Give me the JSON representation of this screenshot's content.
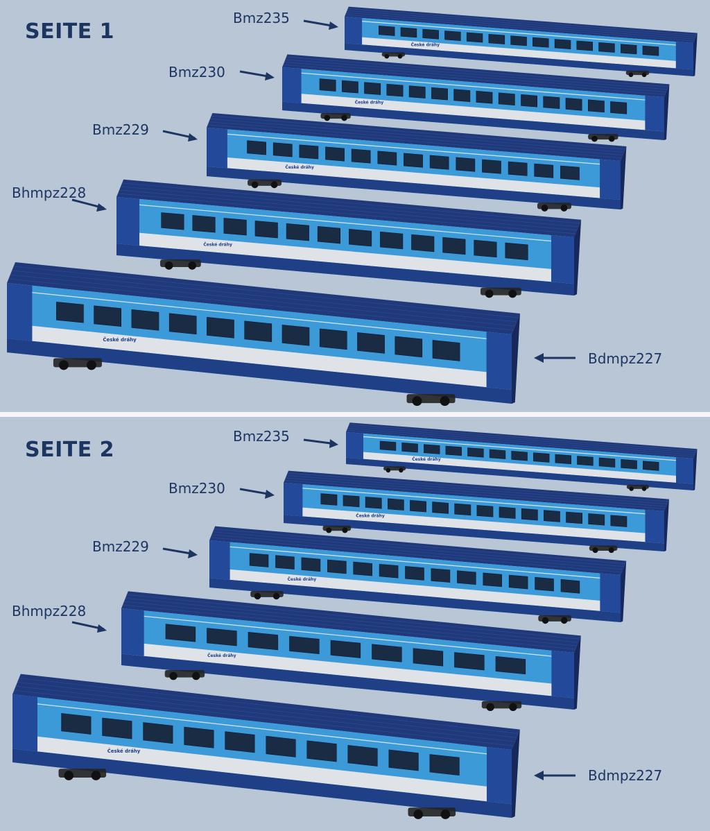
{
  "pages": [
    {
      "title": "SEITE 1"
    },
    {
      "title": "SEITE 2"
    }
  ],
  "cars": [
    "Bmz235",
    "Bmz230",
    "Bmz229",
    "Bhmpz228",
    "Bdmpz227"
  ],
  "livery_text": "České dráhy",
  "colors": {
    "background": "#b8c6d6",
    "roof": "#20397a",
    "body_blue": "#3d9ad8",
    "window_band": "#4aa6e2",
    "stripe": "#dfe2e6",
    "skirt": "#1f3f86",
    "text": "#1d3561"
  },
  "icons": [
    "arrow-right-icon",
    "arrow-left-icon",
    "passenger-car-image"
  ]
}
